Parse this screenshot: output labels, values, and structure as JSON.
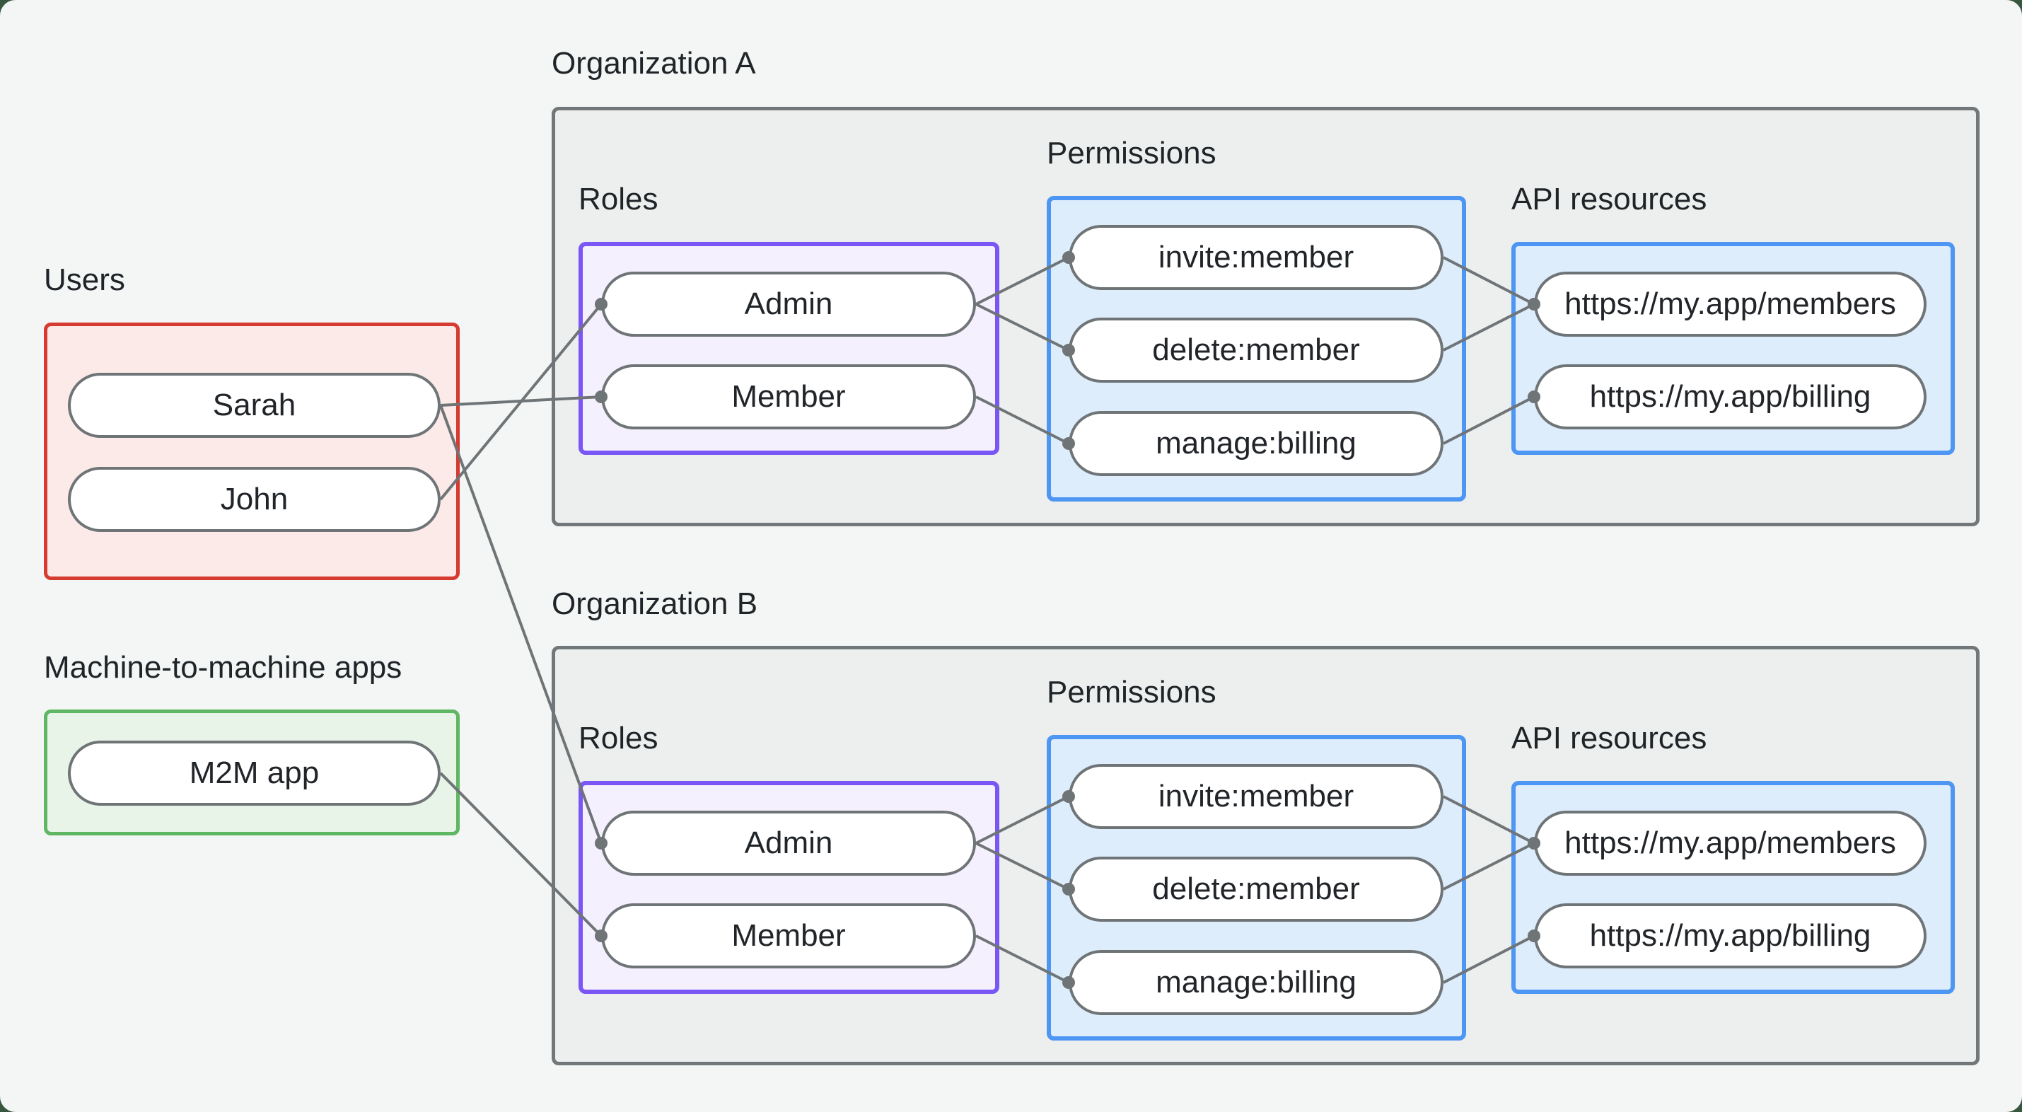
{
  "diagram": {
    "users": {
      "label": "Users",
      "nodes": [
        "Sarah",
        "John"
      ]
    },
    "m2m": {
      "label": "Machine-to-machine apps",
      "nodes": [
        "M2M app"
      ]
    },
    "organizations": [
      {
        "title": "Organization A",
        "roles": {
          "label": "Roles",
          "nodes": [
            "Admin",
            "Member"
          ]
        },
        "permissions": {
          "label": "Permissions",
          "nodes": [
            "invite:member",
            "delete:member",
            "manage:billing"
          ]
        },
        "api_resources": {
          "label": "API resources",
          "nodes": [
            "https://my.app/members",
            "https://my.app/billing"
          ]
        }
      },
      {
        "title": "Organization B",
        "roles": {
          "label": "Roles",
          "nodes": [
            "Admin",
            "Member"
          ]
        },
        "permissions": {
          "label": "Permissions",
          "nodes": [
            "invite:member",
            "delete:member",
            "manage:billing"
          ]
        },
        "api_resources": {
          "label": "API resources",
          "nodes": [
            "https://my.app/members",
            "https://my.app/billing"
          ]
        }
      }
    ],
    "connections": {
      "assignments": [
        {
          "from": "Sarah",
          "org": "Organization A",
          "role": "Member"
        },
        {
          "from": "John",
          "org": "Organization A",
          "role": "Admin"
        },
        {
          "from": "Sarah",
          "org": "Organization B",
          "role": "Admin"
        },
        {
          "from": "M2M app",
          "org": "Organization B",
          "role": "Member"
        }
      ],
      "role_permissions": [
        {
          "role": "Admin",
          "permissions": [
            "invite:member",
            "delete:member"
          ]
        },
        {
          "role": "Member",
          "permissions": [
            "manage:billing"
          ]
        }
      ],
      "permission_resources": [
        {
          "permission": "invite:member",
          "resource": "https://my.app/members"
        },
        {
          "permission": "delete:member",
          "resource": "https://my.app/members"
        },
        {
          "permission": "manage:billing",
          "resource": "https://my.app/billing"
        }
      ]
    }
  },
  "colors": {
    "background": "#F4F6F5",
    "org_fill": "#EDEFEE",
    "org_border": "#72777A",
    "users_border": "#D63A30",
    "users_fill": "#FBEAE7",
    "m2m_border": "#5FB663",
    "m2m_fill": "#E8F4E8",
    "roles_border": "#7A57F4",
    "roles_fill": "#F5F0FE",
    "blue_border": "#4D96F3",
    "blue_fill": "#DEEDFC",
    "connector": "#6F7477",
    "text": "#212529"
  }
}
